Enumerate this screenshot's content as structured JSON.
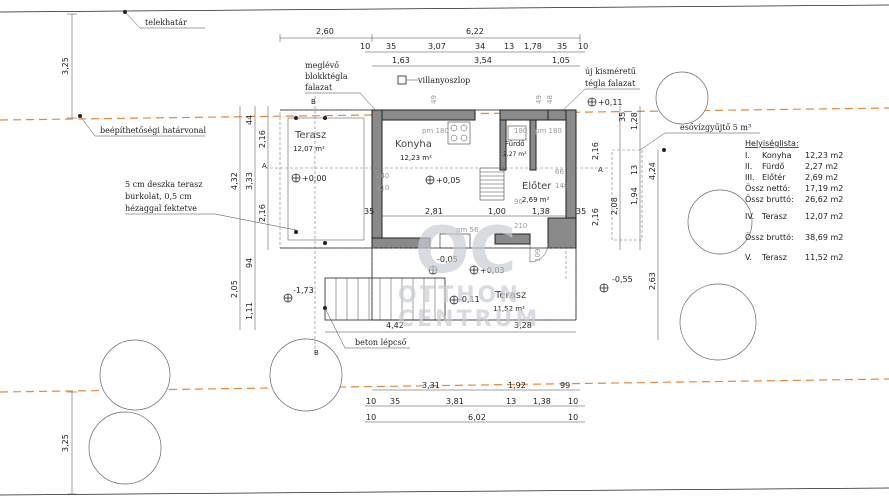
{
  "labels": {
    "property_line": "telekhatár",
    "building_line": "beépíthetőségi határvonal",
    "existing_wall": [
      "meglévő",
      "blokktégla",
      "falazat"
    ],
    "utility_pole": "villanyoszlop",
    "new_wall": [
      "új kisméretű",
      "tégla falazat"
    ],
    "rain_tank": "esővízgyűjtő 5 m³",
    "deck_note": [
      "5 cm deszka terasz",
      "burkolat, 0,5 cm",
      "hézaggal fektetve"
    ],
    "concrete_steps": "beton lépcső"
  },
  "section_marks": {
    "b": "B",
    "a": "A"
  },
  "rooms": {
    "terrace_upper": {
      "name": "Terasz",
      "area": "12,07 m²"
    },
    "kitchen": {
      "name": "Konyha",
      "area": "12,23 m²"
    },
    "bath": {
      "name": "Fürdő",
      "area": "2,27 m²"
    },
    "hall": {
      "name": "Előter",
      "area": "2,69 m²"
    },
    "terrace_lower": {
      "name": "Terasz",
      "area": "11,52 m²"
    }
  },
  "levels": [
    "+0,11",
    "+0,00",
    "+0,05",
    "-0,05",
    "+0,03",
    "-0,11",
    "-1,73",
    "-0,55"
  ],
  "plan_dims": {
    "top_row1": [
      "2,60",
      "6,22"
    ],
    "top_row2": [
      "10",
      "35",
      "3,07",
      "34",
      "13",
      "1,78",
      "35",
      "10"
    ],
    "top_row3": [
      "1,63",
      "3,54",
      "1,05"
    ],
    "bottom_row1": [
      "3,31",
      "1,92",
      "99"
    ],
    "bottom_row2": [
      "10",
      "35",
      "3,81",
      "13",
      "1,38",
      "10"
    ],
    "bottom_row3": [
      "10",
      "6,02",
      "10"
    ],
    "left_vertical": [
      "3,25",
      "4,32",
      "2,16",
      "3,33",
      "2,16",
      "44",
      "94",
      "2,05",
      "1,11",
      "3,25"
    ],
    "right_vertical": [
      "35",
      "1,28",
      "13",
      "1,94",
      "2,08",
      "4,24",
      "2,63"
    ],
    "interior": [
      "2,81",
      "1,00",
      "1,38",
      "35",
      "35",
      "4,42",
      "3,28",
      "2,16",
      "49",
      "49",
      "48",
      "180",
      "pm 180",
      "pm 180",
      "240",
      "210",
      "pm 56",
      "66",
      "148",
      "210",
      "90",
      "109",
      "2,16"
    ]
  },
  "area_table": {
    "title": "Helyiséglista:",
    "rows": [
      {
        "num": "I.",
        "name": "Konyha",
        "area": "12,23 m2"
      },
      {
        "num": "II.",
        "name": "Fürdő",
        "area": "2,27 m2"
      },
      {
        "num": "III.",
        "name": "Előtér",
        "area": "2,69 m2"
      },
      {
        "num": "",
        "name": "Össz nettó:",
        "area": "17,19 m2"
      },
      {
        "num": "",
        "name": "Össz bruttó:",
        "area": "26,62 m2"
      },
      {
        "num": "IV.",
        "name": "Terasz",
        "area": "12,07 m2"
      },
      {
        "num": "",
        "name": "Össz bruttó:",
        "area": "38,69 m2"
      },
      {
        "num": "V.",
        "name": "Terasz",
        "area": "11,52 m2"
      }
    ]
  },
  "watermark": {
    "mark": "OC",
    "line1": "OTTHON",
    "line2": "CENTRUM"
  }
}
